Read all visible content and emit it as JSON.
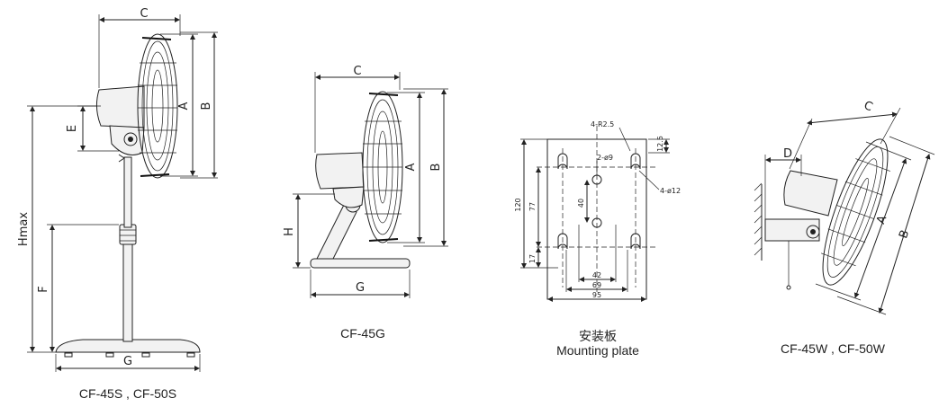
{
  "captions": {
    "stand": "CF-45S , CF-50S",
    "table": "CF-45G",
    "plate_cn": "安装板",
    "plate_en": "Mounting plate",
    "wall": "CF-45W , CF-50W"
  },
  "stand_labels": {
    "c": "C",
    "a": "A",
    "b": "B",
    "e": "E",
    "hmax": "Hmax",
    "f": "F",
    "g": "G"
  },
  "table_labels": {
    "c": "C",
    "a": "A",
    "b": "B",
    "h": "H",
    "g": "G"
  },
  "plate_labels": {
    "r": "4-R2.5",
    "top": "12.5",
    "holes_small": "2-ø9",
    "holes_large": "4-ø12",
    "h120": "120",
    "h77": "77",
    "h40": "40",
    "h17": "17",
    "w42": "42",
    "w69": "69",
    "w95": "95"
  },
  "wall_labels": {
    "c": "C",
    "d": "D",
    "a": "A",
    "b": "B"
  }
}
